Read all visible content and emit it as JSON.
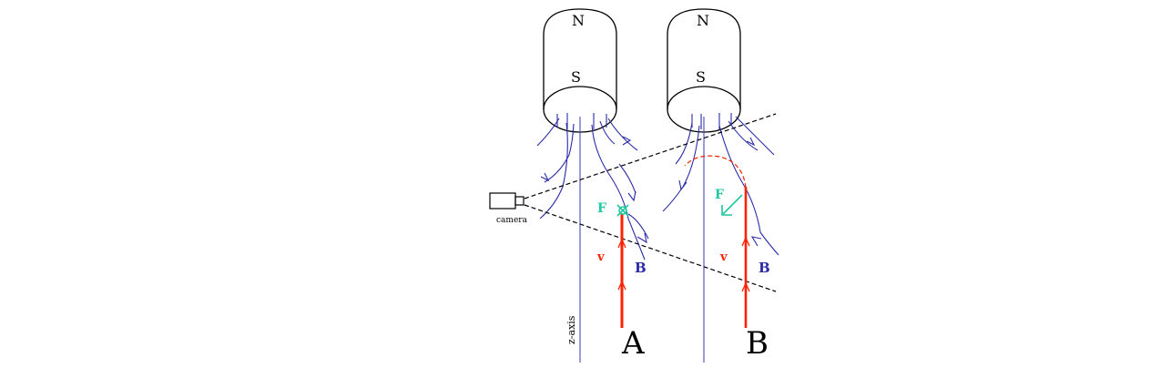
{
  "magnet_labels": {
    "north": "N",
    "south": "S"
  },
  "camera_label": "camera",
  "axis_label": "z-axis",
  "panels": [
    {
      "id": "A",
      "label": "A",
      "force_label": "F",
      "velocity_label": "v",
      "field_label": "B"
    },
    {
      "id": "B",
      "label": "B",
      "force_label": "F",
      "velocity_label": "v",
      "field_label": "B"
    }
  ],
  "colors": {
    "outline": "#000000",
    "field_lines": "#2a2aa8",
    "axis": "#3a3ab0",
    "velocity": "#ff2200",
    "force": "#1ec8a0",
    "orbit": "#ff2200"
  }
}
